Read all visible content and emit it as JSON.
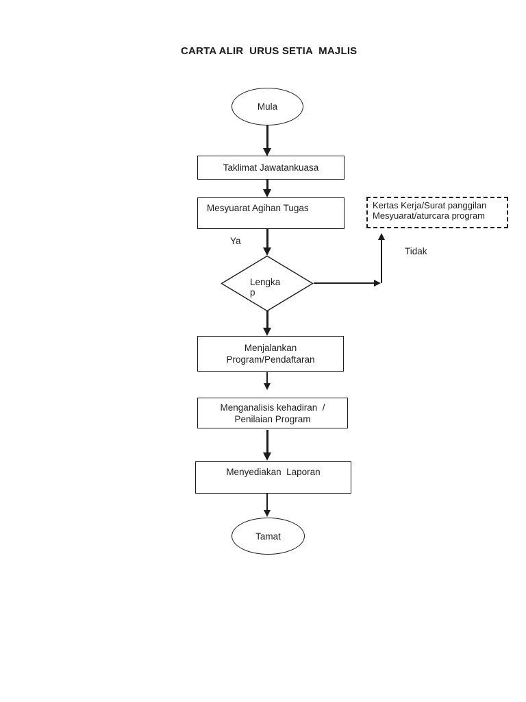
{
  "title": "CARTA ALIR  URUS SETIA  MAJLIS",
  "nodes": {
    "start": {
      "shape": "oval",
      "label": "Mula"
    },
    "taklimat": {
      "shape": "rect",
      "label": "Taklimat Jawatankuasa"
    },
    "mesyuarat": {
      "shape": "rect",
      "label": "Mesyuarat Agihan Tugas"
    },
    "kertas_kerja": {
      "shape": "dashed-rect",
      "line1": "Kertas Kerja/Surat panggilan",
      "line2": "Mesyuarat/aturcara program"
    },
    "decision": {
      "shape": "diamond",
      "line1": "Lengka",
      "line2": "p"
    },
    "menjalankan": {
      "shape": "rect",
      "line1": "Menjalankan",
      "line2": "Program/Pendaftaran"
    },
    "menganalisis": {
      "shape": "rect",
      "line1": "Menganalisis kehadiran  /",
      "line2": "Penilaian Program"
    },
    "menyediakan": {
      "shape": "rect",
      "label": "Menyediakan  Laporan"
    },
    "tamat": {
      "shape": "oval",
      "label": "Tamat"
    }
  },
  "edge_labels": {
    "yes": "Ya",
    "no": "Tidak"
  },
  "colors": {
    "line": "#1c1c1c",
    "background": "#ffffff"
  }
}
